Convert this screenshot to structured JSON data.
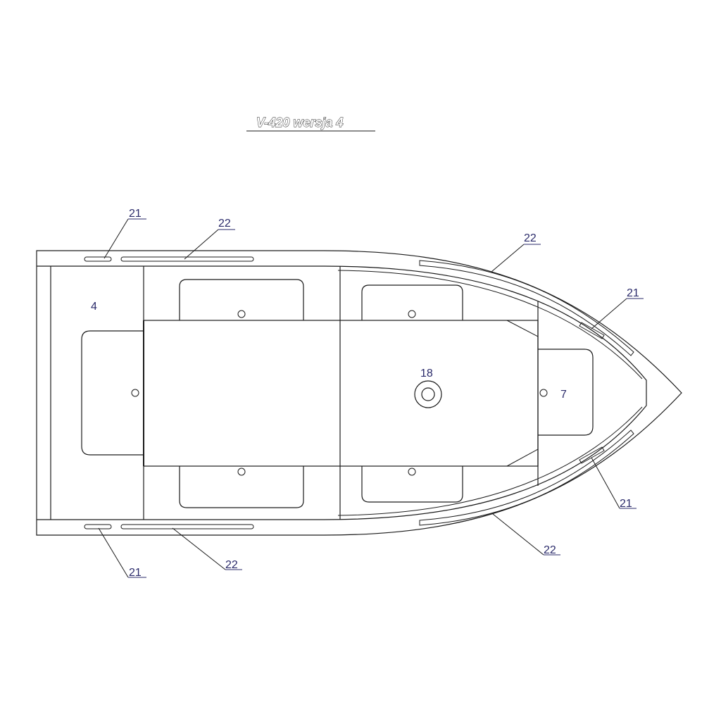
{
  "title": "V-420 wersja 4",
  "labels": {
    "compartment_4": "4",
    "compartment_7": "7",
    "center_18": "18"
  },
  "callouts": {
    "rod_holder_top_left": "21",
    "rail_top_left": "22",
    "rail_top_right": "22",
    "rod_holder_top_right": "21",
    "rod_holder_bottom_right": "21",
    "rail_bottom_right": "22",
    "rail_bottom_left": "22",
    "rod_holder_bottom_left": "21"
  }
}
